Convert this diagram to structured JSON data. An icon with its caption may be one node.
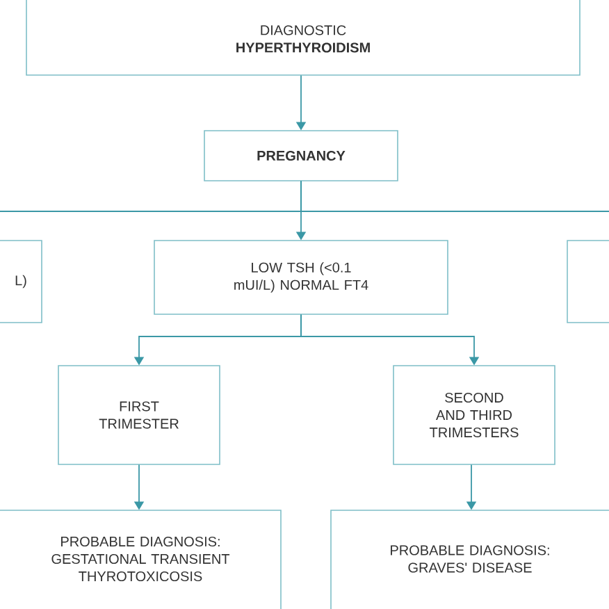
{
  "diagram": {
    "nodes": [
      {
        "text": [
          "DIAGNOSTIC",
          "**HYPERTHYROIDISM**"
        ]
      },
      {
        "text": [
          "**PREGNANCY**"
        ]
      },
      {
        "text": [
          "L)"
        ]
      },
      {
        "text": [
          "LOW TSH (<0.1 mUI/L) NORMAL FT4"
        ]
      },
      {
        "text": [],
        "shape": "box"
      },
      {
        "text": [
          "FIRST TRIMESTER"
        ]
      },
      {
        "text": [
          "SECOND AND THIRD TRIMESTERS"
        ]
      },
      {
        "text": [
          "PROBABLE DIAGNOSIS: GESTATIONAL TRANSIENT THYROTOXICOSIS"
        ]
      },
      {
        "text": [
          "PROBABLE DIAGNOSIS: GRAVES' DISEASE"
        ]
      }
    ],
    "edges": [
      {
        "from": 0,
        "to": 1,
        "arrow": "to"
      },
      {
        "from": 1,
        "to": 3,
        "arrow": "to"
      },
      {
        "from": 1,
        "to": null,
        "arrow": "none"
      },
      {
        "from": 1,
        "to": null,
        "arrow": "none"
      },
      {
        "from": 3,
        "to": 5,
        "arrow": "to"
      },
      {
        "from": 3,
        "to": 6,
        "arrow": "to"
      },
      {
        "from": 5,
        "to": 7,
        "arrow": "to"
      },
      {
        "from": 6,
        "to": 8,
        "arrow": "to"
      }
    ]
  }
}
